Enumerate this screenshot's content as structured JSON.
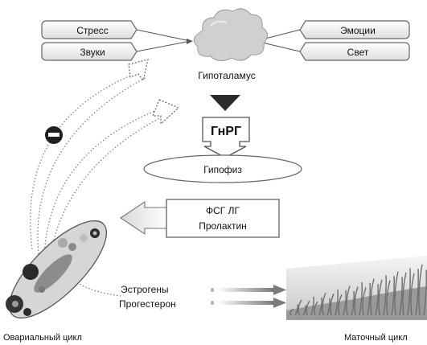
{
  "inputs_left": [
    "Стресс",
    "Звуки"
  ],
  "inputs_right": [
    "Эмоции",
    "Свет"
  ],
  "hypothalamus_label": "Гипоталамус",
  "gnrh_label": "ГнРГ",
  "pituitary_label": "Гипофиз",
  "pituitary_hormones": [
    "ФСГ  ЛГ",
    "Пролактин"
  ],
  "ovarian_hormones": [
    "Эстрогены",
    "Прогестерон"
  ],
  "ovarian_cycle_label": "Овариальный цикл",
  "uterine_cycle_label": "Маточный цикл",
  "inhibition_sign": "−",
  "colors": {
    "cloud": "#d0d0d0",
    "arrow_dark": "#2a2a2a",
    "box_border": "#666666",
    "endometrium": "#9a9a9a"
  }
}
